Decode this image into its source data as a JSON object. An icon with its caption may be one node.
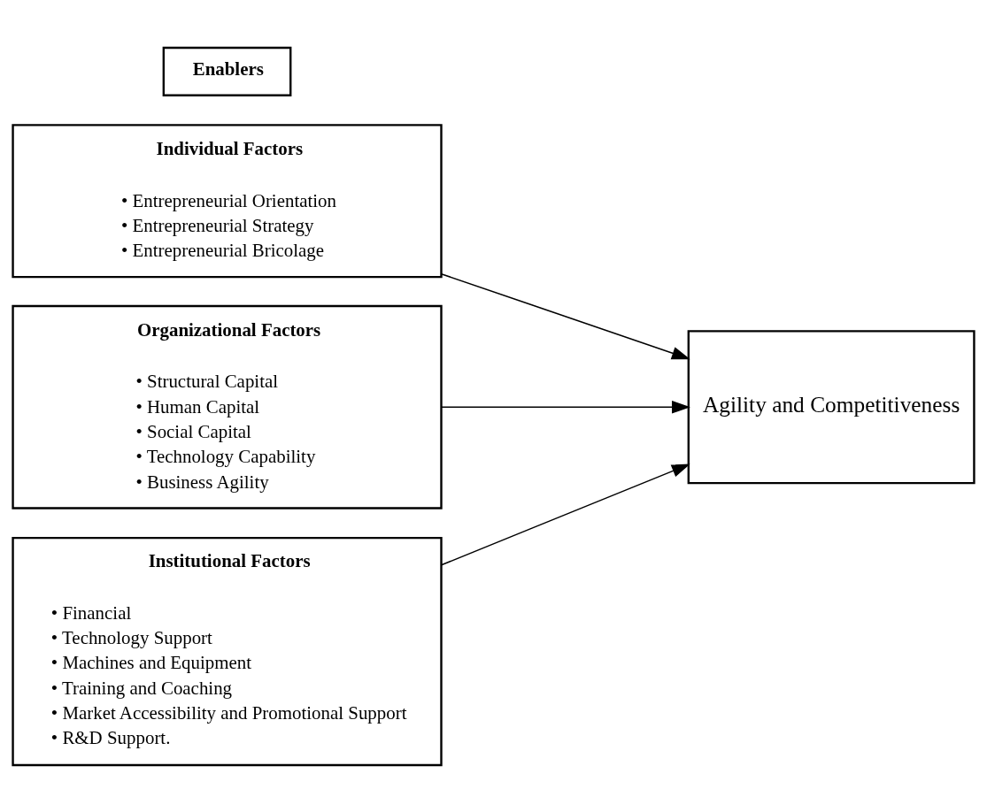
{
  "diagram": {
    "nodes": [
      {
        "text": [
          "Enablers"
        ]
      },
      {
        "text": [
          "Individual Factors",
          "• Entrepreneurial Orientation",
          "• Entrepreneurial Strategy",
          "• Entrepreneurial Bricolage"
        ]
      },
      {
        "text": [
          "Organizational Factors",
          "• Structural Capital",
          "• Human Capital",
          "• Social Capital",
          "• Technology Capability",
          "• Business Agility"
        ]
      },
      {
        "text": [
          "Institutional Factors",
          "• Financial",
          "• Technology Support",
          "• Machines and Equipment",
          "• Training and Coaching",
          "• Market Accessibility and Promotional Support",
          "• R&D Support."
        ]
      },
      {
        "text": [
          "Agility and Competitiveness"
        ]
      }
    ],
    "edges": [
      {
        "from": 1,
        "to": 4,
        "arrow": "to"
      },
      {
        "from": 2,
        "to": 4,
        "arrow": "to"
      },
      {
        "from": 3,
        "to": 4,
        "arrow": "to"
      }
    ]
  }
}
